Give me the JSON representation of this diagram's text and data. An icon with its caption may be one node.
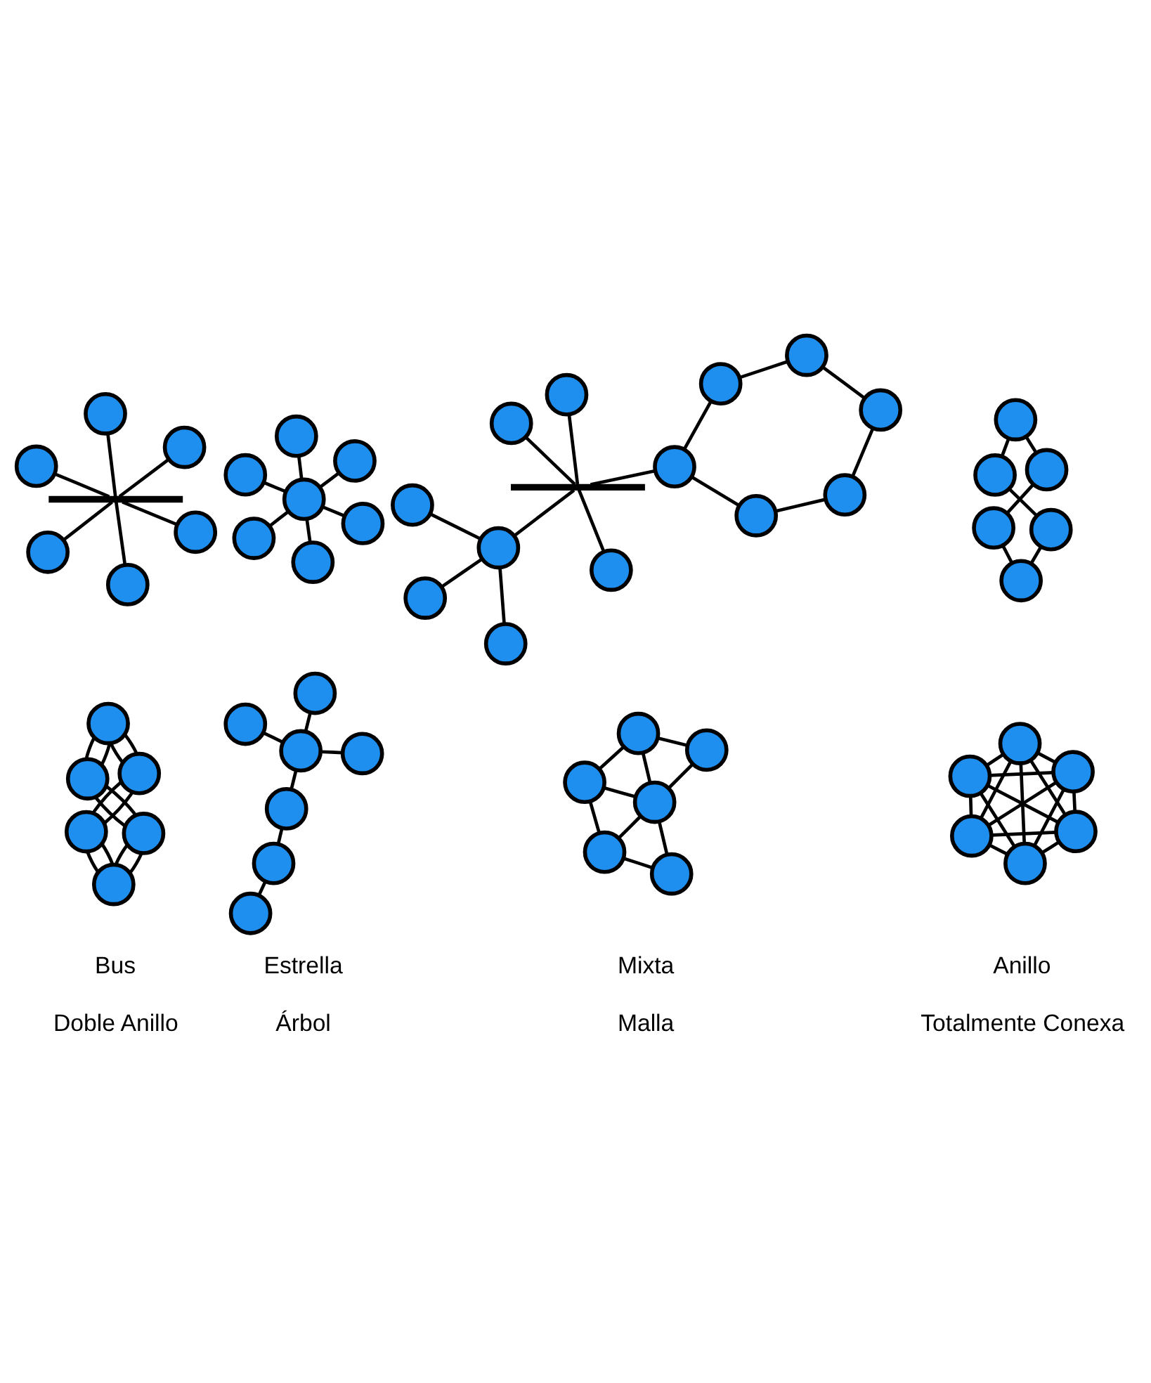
{
  "diagram": {
    "nodes": [
      {
        "text": [],
        "shape": "circle"
      },
      {
        "text": [],
        "shape": "circle"
      },
      {
        "text": [],
        "shape": "circle"
      },
      {
        "text": [],
        "shape": "bar"
      },
      {
        "text": [],
        "shape": "circle"
      },
      {
        "text": [],
        "shape": "circle"
      },
      {
        "text": [],
        "shape": "circle"
      },
      {
        "text": [],
        "shape": "circle"
      },
      {
        "text": [],
        "shape": "circle"
      },
      {
        "text": [],
        "shape": "circle"
      },
      {
        "text": [],
        "shape": "circle"
      },
      {
        "text": [],
        "shape": "circle"
      },
      {
        "text": [],
        "shape": "circle"
      },
      {
        "text": [],
        "shape": "circle"
      },
      {
        "text": [],
        "shape": "circle"
      },
      {
        "text": [],
        "shape": "circle"
      },
      {
        "text": [],
        "shape": "circle"
      },
      {
        "text": [],
        "shape": "circle"
      },
      {
        "text": [],
        "shape": "circle"
      },
      {
        "text": [],
        "shape": "circle"
      },
      {
        "text": [],
        "shape": "bar"
      },
      {
        "text": [],
        "shape": "circle"
      },
      {
        "text": [],
        "shape": "circle"
      },
      {
        "text": [],
        "shape": "circle"
      },
      {
        "text": [],
        "shape": "circle"
      },
      {
        "text": [],
        "shape": "circle"
      },
      {
        "text": [],
        "shape": "circle"
      },
      {
        "text": [],
        "shape": "circle"
      },
      {
        "text": [],
        "shape": "circle"
      },
      {
        "text": [],
        "shape": "circle"
      },
      {
        "text": [],
        "shape": "circle"
      },
      {
        "text": [],
        "shape": "circle"
      },
      {
        "text": [],
        "shape": "circle"
      },
      {
        "text": [],
        "shape": "circle"
      },
      {
        "text": [],
        "shape": "circle"
      },
      {
        "text": [],
        "shape": "circle"
      },
      {
        "text": [],
        "shape": "circle"
      },
      {
        "text": [],
        "shape": "circle"
      },
      {
        "text": [],
        "shape": "circle"
      },
      {
        "text": [],
        "shape": "circle"
      },
      {
        "text": [],
        "shape": "circle"
      },
      {
        "text": [],
        "shape": "circle"
      },
      {
        "text": [],
        "shape": "circle"
      },
      {
        "text": [],
        "shape": "circle"
      },
      {
        "text": [],
        "shape": "circle"
      },
      {
        "text": [],
        "shape": "circle"
      },
      {
        "text": [],
        "shape": "circle"
      },
      {
        "text": [],
        "shape": "circle"
      },
      {
        "text": [],
        "shape": "circle"
      },
      {
        "text": [],
        "shape": "circle"
      },
      {
        "text": [],
        "shape": "circle"
      },
      {
        "text": [],
        "shape": "circle"
      },
      {
        "text": [],
        "shape": "circle"
      },
      {
        "text": [],
        "shape": "circle"
      },
      {
        "text": [],
        "shape": "circle"
      },
      {
        "text": [],
        "shape": "circle"
      },
      {
        "text": [],
        "shape": "circle"
      },
      {
        "text": [],
        "shape": "circle"
      },
      {
        "text": [],
        "shape": "circle"
      }
    ],
    "edges": [
      {
        "from": 0,
        "to": 3,
        "arrow": "none"
      },
      {
        "from": 1,
        "to": 3,
        "arrow": "none"
      },
      {
        "from": 2,
        "to": 3,
        "arrow": "none"
      },
      {
        "from": 3,
        "to": 4,
        "arrow": "none"
      },
      {
        "from": 3,
        "to": 5,
        "arrow": "none"
      },
      {
        "from": 3,
        "to": 6,
        "arrow": "none"
      },
      {
        "from": 10,
        "to": 7,
        "arrow": "none"
      },
      {
        "from": 10,
        "to": 8,
        "arrow": "none"
      },
      {
        "from": 10,
        "to": 9,
        "arrow": "none"
      },
      {
        "from": 10,
        "to": 11,
        "arrow": "none"
      },
      {
        "from": 10,
        "to": 12,
        "arrow": "none"
      },
      {
        "from": 10,
        "to": 13,
        "arrow": "none"
      },
      {
        "from": 14,
        "to": 18,
        "arrow": "none"
      },
      {
        "from": 15,
        "to": 18,
        "arrow": "none"
      },
      {
        "from": 16,
        "to": 18,
        "arrow": "none"
      },
      {
        "from": 17,
        "to": 20,
        "arrow": "none"
      },
      {
        "from": 18,
        "to": 20,
        "arrow": "none"
      },
      {
        "from": 19,
        "to": 20,
        "arrow": "none"
      },
      {
        "from": 20,
        "to": 21,
        "arrow": "none"
      },
      {
        "from": 20,
        "to": 22,
        "arrow": "none"
      },
      {
        "from": 22,
        "to": 23,
        "arrow": "none"
      },
      {
        "from": 23,
        "to": 25,
        "arrow": "none"
      },
      {
        "from": 25,
        "to": 27,
        "arrow": "none"
      },
      {
        "from": 27,
        "to": 26,
        "arrow": "none"
      },
      {
        "from": 26,
        "to": 24,
        "arrow": "none"
      },
      {
        "from": 24,
        "to": 22,
        "arrow": "none"
      },
      {
        "from": 28,
        "to": 29,
        "arrow": "none"
      },
      {
        "from": 29,
        "to": 31,
        "arrow": "none"
      },
      {
        "from": 31,
        "to": 33,
        "arrow": "none"
      },
      {
        "from": 33,
        "to": 32,
        "arrow": "none"
      },
      {
        "from": 32,
        "to": 30,
        "arrow": "none"
      },
      {
        "from": 30,
        "to": 28,
        "arrow": "none"
      },
      {
        "from": 34,
        "to": 35,
        "arrow": "none"
      },
      {
        "from": 34,
        "to": 35,
        "arrow": "none"
      },
      {
        "from": 35,
        "to": 37,
        "arrow": "none"
      },
      {
        "from": 35,
        "to": 37,
        "arrow": "none"
      },
      {
        "from": 37,
        "to": 39,
        "arrow": "none"
      },
      {
        "from": 37,
        "to": 39,
        "arrow": "none"
      },
      {
        "from": 39,
        "to": 38,
        "arrow": "none"
      },
      {
        "from": 39,
        "to": 38,
        "arrow": "none"
      },
      {
        "from": 38,
        "to": 36,
        "arrow": "none"
      },
      {
        "from": 38,
        "to": 36,
        "arrow": "none"
      },
      {
        "from": 36,
        "to": 34,
        "arrow": "none"
      },
      {
        "from": 36,
        "to": 34,
        "arrow": "none"
      },
      {
        "from": 40,
        "to": 41,
        "arrow": "none"
      },
      {
        "from": 40,
        "to": 42,
        "arrow": "none"
      },
      {
        "from": 41,
        "to": 43,
        "arrow": "none"
      },
      {
        "from": 41,
        "to": 44,
        "arrow": "none"
      },
      {
        "from": 41,
        "to": 45,
        "arrow": "none"
      },
      {
        "from": 42,
        "to": 46,
        "arrow": "none"
      },
      {
        "from": 47,
        "to": 48,
        "arrow": "none"
      },
      {
        "from": 47,
        "to": 49,
        "arrow": "none"
      },
      {
        "from": 48,
        "to": 49,
        "arrow": "none"
      },
      {
        "from": 49,
        "to": 50,
        "arrow": "none"
      },
      {
        "from": 47,
        "to": 52,
        "arrow": "none"
      },
      {
        "from": 49,
        "to": 52,
        "arrow": "none"
      },
      {
        "from": 49,
        "to": 51,
        "arrow": "none"
      },
      {
        "from": 51,
        "to": 50,
        "arrow": "none"
      },
      {
        "from": 50,
        "to": 52,
        "arrow": "none"
      },
      {
        "from": 53,
        "to": 54,
        "arrow": "none"
      },
      {
        "from": 53,
        "to": 55,
        "arrow": "none"
      },
      {
        "from": 53,
        "to": 56,
        "arrow": "none"
      },
      {
        "from": 53,
        "to": 57,
        "arrow": "none"
      },
      {
        "from": 53,
        "to": 58,
        "arrow": "none"
      },
      {
        "from": 54,
        "to": 55,
        "arrow": "none"
      },
      {
        "from": 54,
        "to": 56,
        "arrow": "none"
      },
      {
        "from": 54,
        "to": 57,
        "arrow": "none"
      },
      {
        "from": 54,
        "to": 58,
        "arrow": "none"
      },
      {
        "from": 55,
        "to": 56,
        "arrow": "none"
      },
      {
        "from": 55,
        "to": 57,
        "arrow": "none"
      },
      {
        "from": 55,
        "to": 58,
        "arrow": "none"
      },
      {
        "from": 56,
        "to": 57,
        "arrow": "none"
      },
      {
        "from": 56,
        "to": 58,
        "arrow": "none"
      },
      {
        "from": 57,
        "to": 58,
        "arrow": "none"
      }
    ],
    "labels": [
      "Bus",
      "Estrella",
      "Mixta",
      "Anillo",
      "Doble Anillo",
      "Árbol",
      "Malla",
      "Totalmente Conexa"
    ]
  }
}
